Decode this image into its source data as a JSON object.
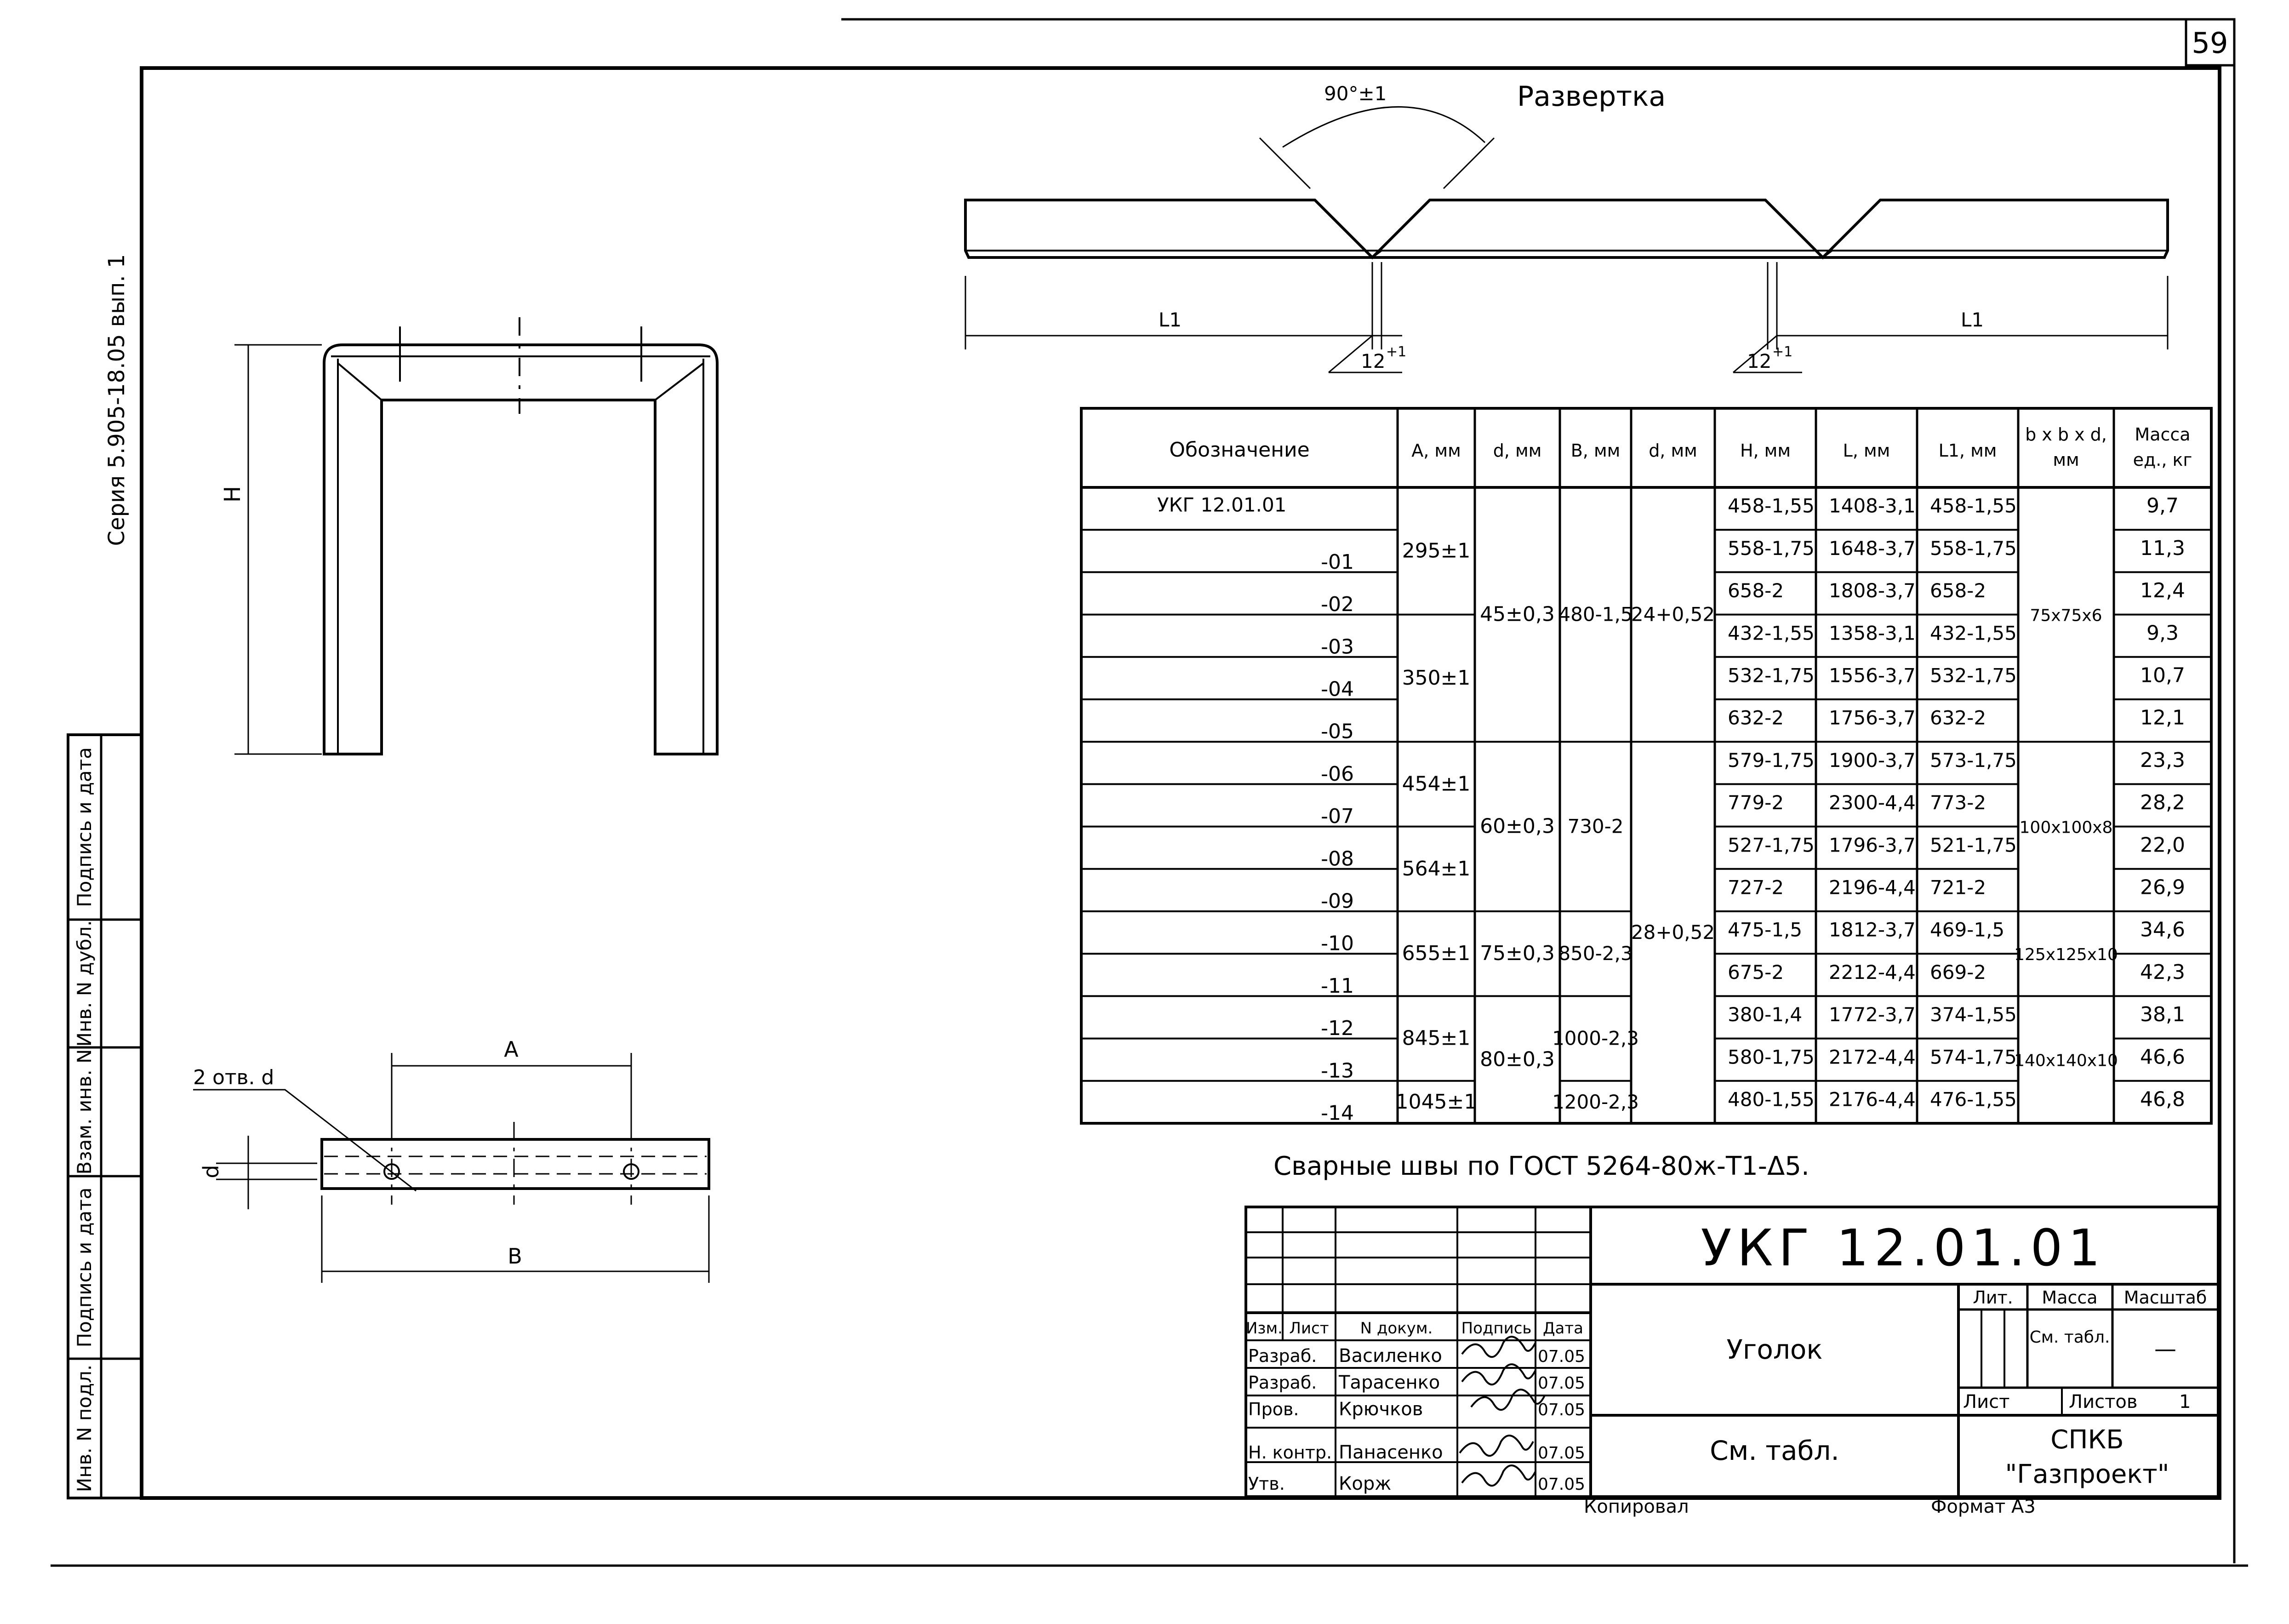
{
  "page_number": "59",
  "series_label": "Серия 5.905-18.05 вып. 1",
  "side_stamp": [
    "Инв. N подл.",
    "Подпись и дата",
    "Взам. инв. N",
    "Инв. N дубл.",
    "Подпись и дата"
  ],
  "unfold": {
    "title": "Развертка",
    "angle": "90°±1",
    "l1_left": "L1",
    "l1_right": "L1",
    "notch_left": "12",
    "notch_left_tol": "+1",
    "notch_right": "12",
    "notch_right_tol": "+1"
  },
  "front_view": {
    "h_label": "H"
  },
  "bottom_view": {
    "a_label": "A",
    "b_label": "B",
    "d_label": "d",
    "holes_label": "2 отв. d"
  },
  "table": {
    "headers": [
      "Обозначение",
      "A, мм",
      "d, мм",
      "B, мм",
      "d, мм",
      "H, мм",
      "L, мм",
      "L1, мм",
      "b x b x d, мм",
      "Масса ед., кг"
    ],
    "rows": [
      {
        "designation": "УКГ 12.01.01",
        "h": "458-1,55",
        "l": "1408-3,1",
        "l1": "458-1,55",
        "mass": "9,7"
      },
      {
        "designation": "-01",
        "h": "558-1,75",
        "l": "1648-3,7",
        "l1": "558-1,75",
        "mass": "11,3"
      },
      {
        "designation": "-02",
        "h": "658-2",
        "l": "1808-3,7",
        "l1": "658-2",
        "mass": "12,4"
      },
      {
        "designation": "-03",
        "h": "432-1,55",
        "l": "1358-3,1",
        "l1": "432-1,55",
        "mass": "9,3"
      },
      {
        "designation": "-04",
        "h": "532-1,75",
        "l": "1556-3,7",
        "l1": "532-1,75",
        "mass": "10,7"
      },
      {
        "designation": "-05",
        "h": "632-2",
        "l": "1756-3,7",
        "l1": "632-2",
        "mass": "12,1"
      },
      {
        "designation": "-06",
        "h": "579-1,75",
        "l": "1900-3,7",
        "l1": "573-1,75",
        "mass": "23,3"
      },
      {
        "designation": "-07",
        "h": "779-2",
        "l": "2300-4,4",
        "l1": "773-2",
        "mass": "28,2"
      },
      {
        "designation": "-08",
        "h": "527-1,75",
        "l": "1796-3,7",
        "l1": "521-1,75",
        "mass": "22,0"
      },
      {
        "designation": "-09",
        "h": "727-2",
        "l": "2196-4,4",
        "l1": "721-2",
        "mass": "26,9"
      },
      {
        "designation": "-10",
        "h": "475-1,5",
        "l": "1812-3,7",
        "l1": "469-1,5",
        "mass": "34,6"
      },
      {
        "designation": "-11",
        "h": "675-2",
        "l": "2212-4,4",
        "l1": "669-2",
        "mass": "42,3"
      },
      {
        "designation": "-12",
        "h": "380-1,4",
        "l": "1772-3,7",
        "l1": "374-1,55",
        "mass": "38,1"
      },
      {
        "designation": "-13",
        "h": "580-1,75",
        "l": "2172-4,4",
        "l1": "574-1,75",
        "mass": "46,6"
      },
      {
        "designation": "-14",
        "h": "480-1,55",
        "l": "2176-4,4",
        "l1": "476-1,55",
        "mass": "46,8"
      }
    ],
    "groups_a": [
      {
        "text": "295±1",
        "from": 0,
        "to": 2
      },
      {
        "text": "350±1",
        "from": 3,
        "to": 5
      },
      {
        "text": "454±1",
        "from": 6,
        "to": 7
      },
      {
        "text": "564±1",
        "from": 8,
        "to": 9
      },
      {
        "text": "655±1",
        "from": 10,
        "to": 11
      },
      {
        "text": "845±1",
        "from": 12,
        "to": 13
      },
      {
        "text": "1045±1",
        "from": 14,
        "to": 14
      }
    ],
    "groups_d": [
      {
        "text": "45±0,3",
        "from": 0,
        "to": 5
      },
      {
        "text": "60±0,3",
        "from": 6,
        "to": 9
      },
      {
        "text": "75±0,3",
        "from": 10,
        "to": 11
      },
      {
        "text": "80±0,3",
        "from": 12,
        "to": 14
      }
    ],
    "groups_b": [
      {
        "text": "480-1,5",
        "from": 0,
        "to": 5
      },
      {
        "text": "730-2",
        "from": 6,
        "to": 9
      },
      {
        "text": "850-2,3",
        "from": 10,
        "to": 11
      },
      {
        "text": "1000-2,3",
        "from": 12,
        "to": 13
      },
      {
        "text": "1200-2,3",
        "from": 14,
        "to": 14
      }
    ],
    "groups_d2": [
      {
        "text": "24+0,52",
        "from": 0,
        "to": 5
      },
      {
        "text": "28+0,52",
        "from": 6,
        "to": 14
      }
    ],
    "groups_bbd": [
      {
        "text": "75x75x6",
        "from": 0,
        "to": 5
      },
      {
        "text": "100x100x8",
        "from": 6,
        "to": 9
      },
      {
        "text": "125x125x10",
        "from": 10,
        "to": 11
      },
      {
        "text": "140x140x10",
        "from": 12,
        "to": 14
      }
    ]
  },
  "weld_note": "Сварные швы по ГОСТ 5264-80ж-Т1-Δ5.",
  "title_block": {
    "designation": "УКГ 12.01.01",
    "name": "Уголок",
    "material": "См. табл.",
    "lit_label": "Лит.",
    "mass_label": "Масса",
    "scale_label": "Масштаб",
    "mass_value": "См. табл.",
    "scale_value": "—",
    "sheet_label": "Лист",
    "sheets_label": "Листов",
    "sheets_value": "1",
    "org_line1": "СПКБ",
    "org_line2": "\"Газпроект\"",
    "copied_label": "Копировал",
    "format_label": "Формат А3",
    "header_cells": [
      "Изм.",
      "Лист",
      "N докум.",
      "Подпись",
      "Дата"
    ],
    "staff": [
      {
        "role": "Разраб.",
        "name": "Василенко",
        "date": "07.05"
      },
      {
        "role": "Разраб.",
        "name": "Тарасенко",
        "date": "07.05"
      },
      {
        "role": "Пров.",
        "name": "Крючков",
        "date": "07.05"
      },
      {
        "role": "",
        "name": "",
        "date": ""
      },
      {
        "role": "Н. контр.",
        "name": "Панасенко",
        "date": "07.05"
      },
      {
        "role": "Утв.",
        "name": "Корж",
        "date": "07.05"
      }
    ]
  }
}
